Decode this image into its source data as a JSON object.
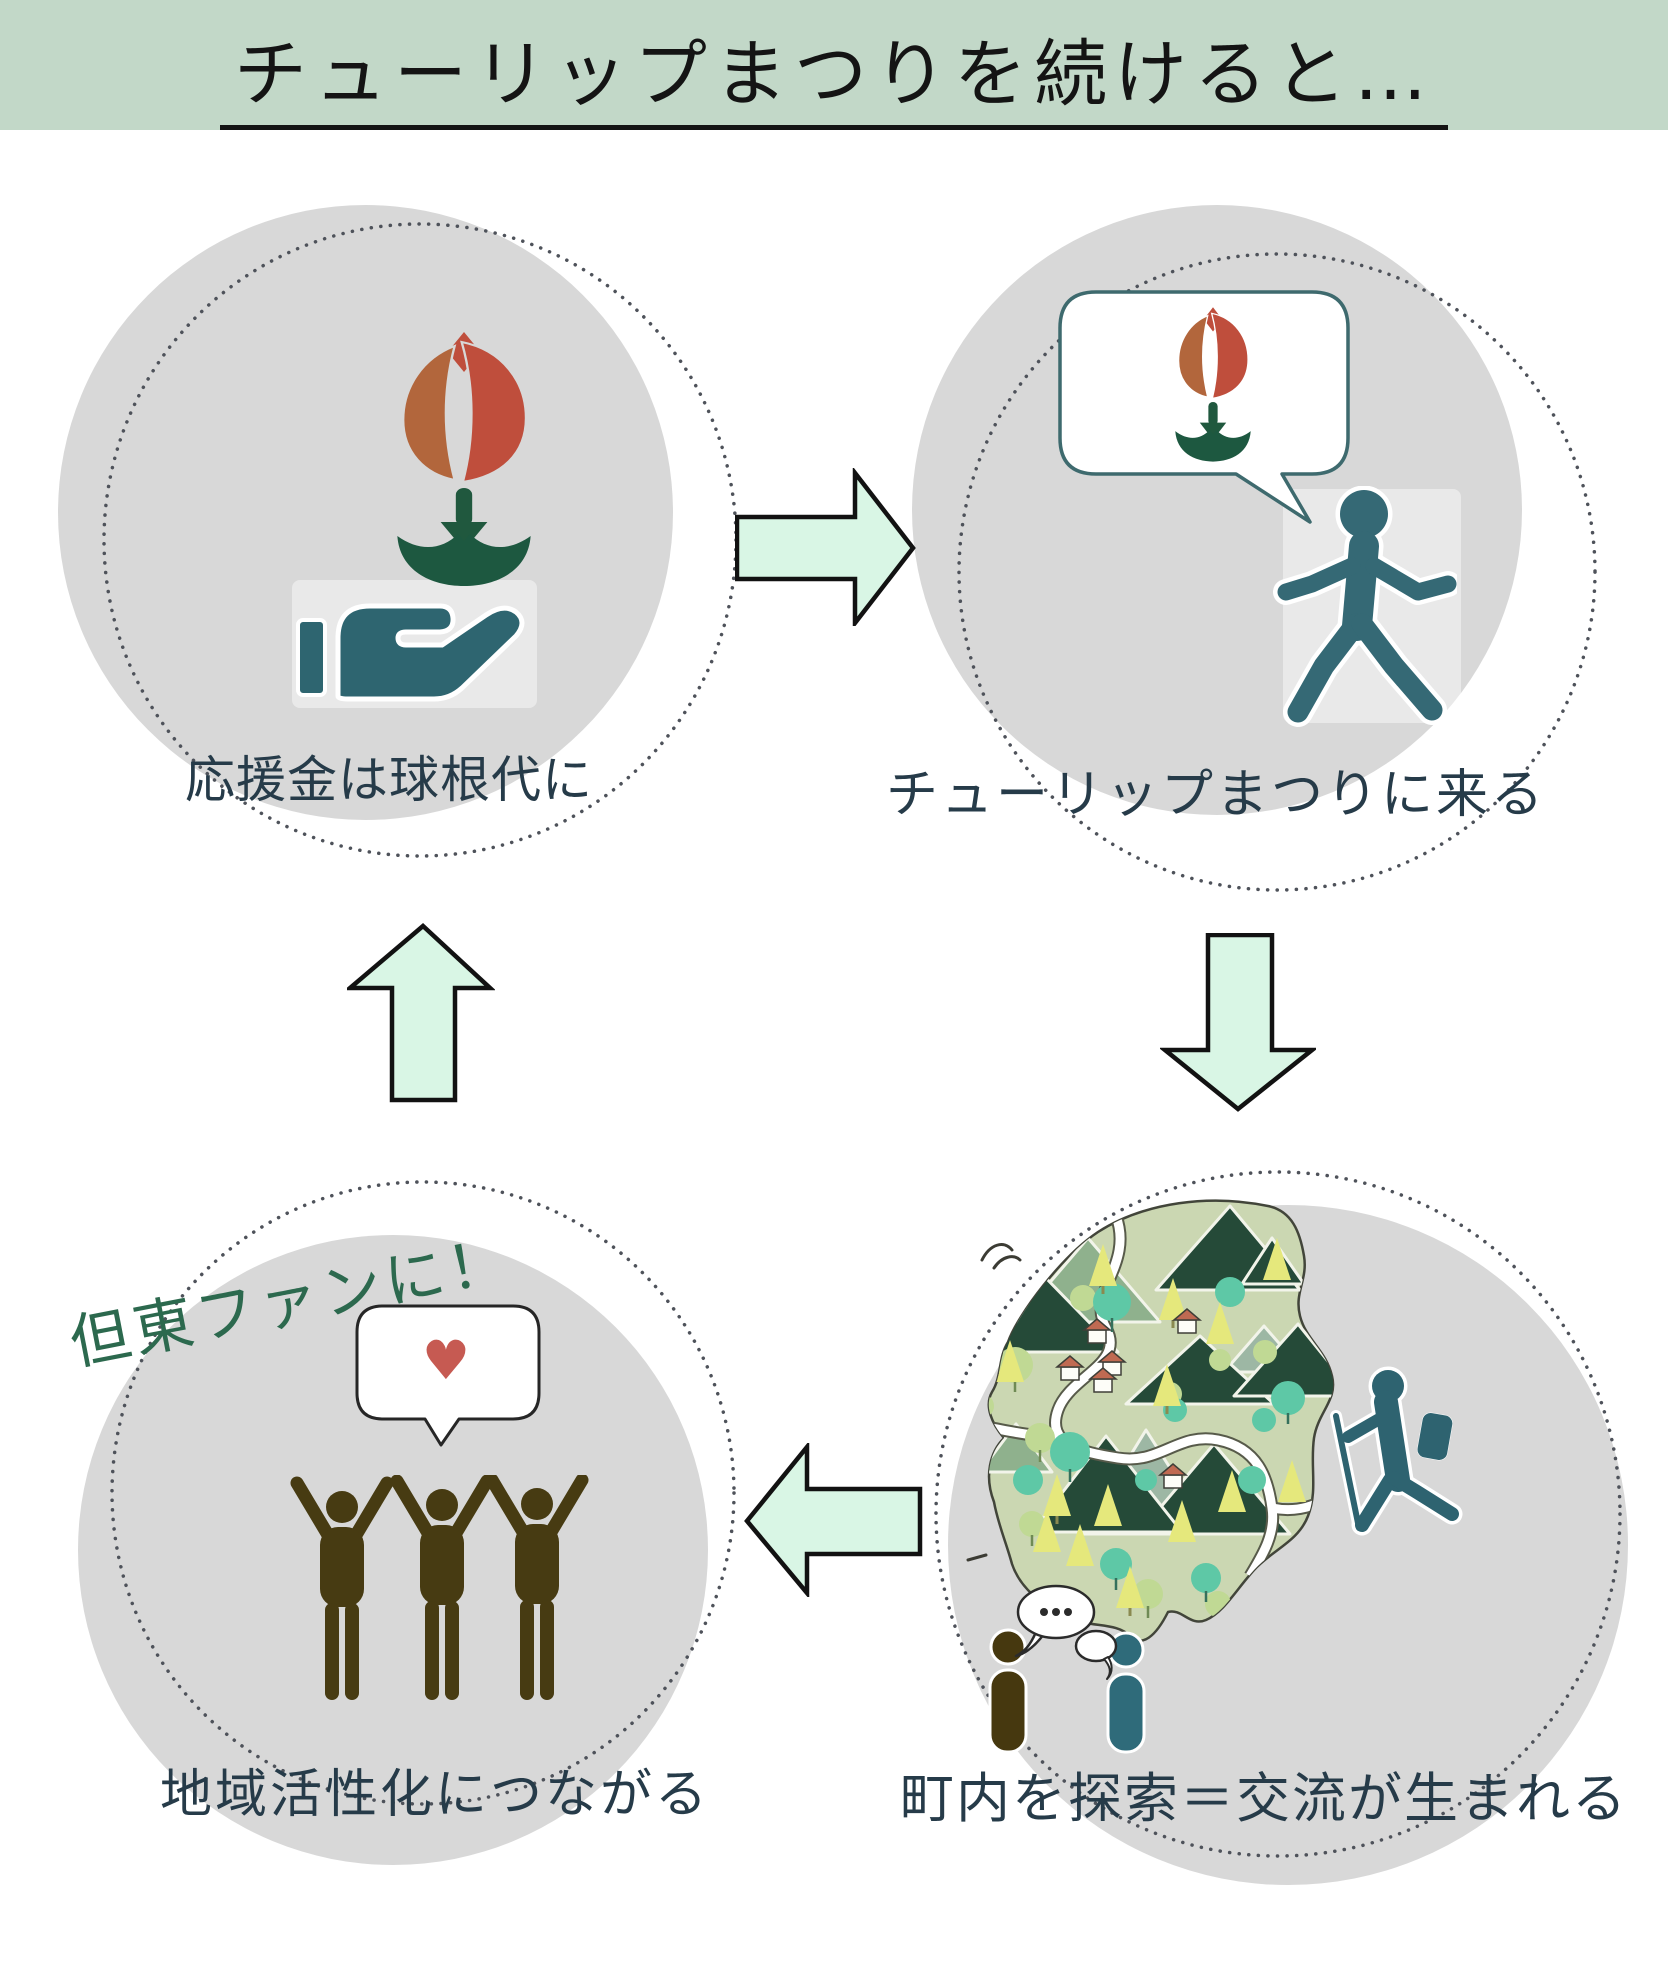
{
  "title": "チューリップまつりを続けると…",
  "steps": [
    {
      "id": "support",
      "label": "応援金は球根代に",
      "icon": "tulip-in-hand-icon"
    },
    {
      "id": "visit",
      "label": "チューリップまつりに来る",
      "icon": "walking-person-icon"
    },
    {
      "id": "explore",
      "label": "町内を探索＝交流が生まれる",
      "icon": "town-map-illustration"
    },
    {
      "id": "revitalize",
      "label": "地域活性化につながる",
      "icon": "cheering-people-icon",
      "badge": "但東ファンに！"
    }
  ],
  "heart_glyph": "♥",
  "colors": {
    "banner": "#c2d8c8",
    "arrow_fill": "#d9f6e5",
    "arrow_outline": "#121212",
    "circle_gray": "#d8d8d8",
    "dotted_ring": "#4e525a",
    "label_text": "#263b49",
    "badge_green": "#2c694e",
    "tulip_red": "#bf4e3c",
    "tulip_orange": "#b2663c",
    "leaf_green": "#1d5840",
    "hand_teal": "#2e6570",
    "person_teal": "#356975",
    "hiker_teal": "#2e6370",
    "brown_person": "#46380f",
    "teal_person": "#2f6b7a",
    "cheering_brown": "#473b12",
    "heart_red": "#c65a52",
    "map_ground": "#cbd7b2",
    "map_mountain_dark": "#254a38",
    "map_mountain_sage": "#8fb18d",
    "map_tree_teal": "#5ec8a6",
    "map_tree_light": "#c0d994",
    "map_pine_yellow": "#e5e87c",
    "map_roof": "#c06a52"
  }
}
